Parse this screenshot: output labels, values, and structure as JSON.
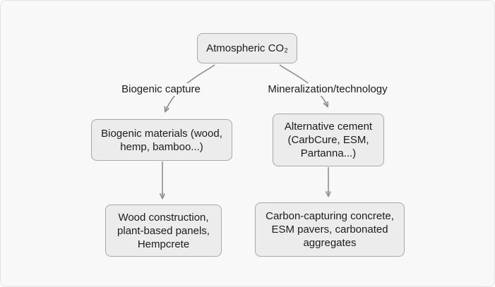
{
  "diagram": {
    "root": {
      "label": "Atmospheric CO₂"
    },
    "branches": {
      "left": {
        "edge_label": "Biogenic capture",
        "mid_node": "Biogenic materials (wood, hemp, bamboo...)",
        "leaf_node": "Wood construction, plant-based panels, Hempcrete"
      },
      "right": {
        "edge_label": "Mineralization/technology",
        "mid_node": "Alternative cement (CarbCure, ESM, Partanna...)",
        "leaf_node": "Carbon-capturing concrete, ESM pavers, carbonated aggregates"
      }
    },
    "colors": {
      "background": "#f8f8f8",
      "node_fill": "#ececec",
      "node_border": "#a8a8a8",
      "edge_line": "#8f8f8f",
      "arrowhead": "#4d4d4d",
      "text": "#1b1b1b"
    }
  }
}
